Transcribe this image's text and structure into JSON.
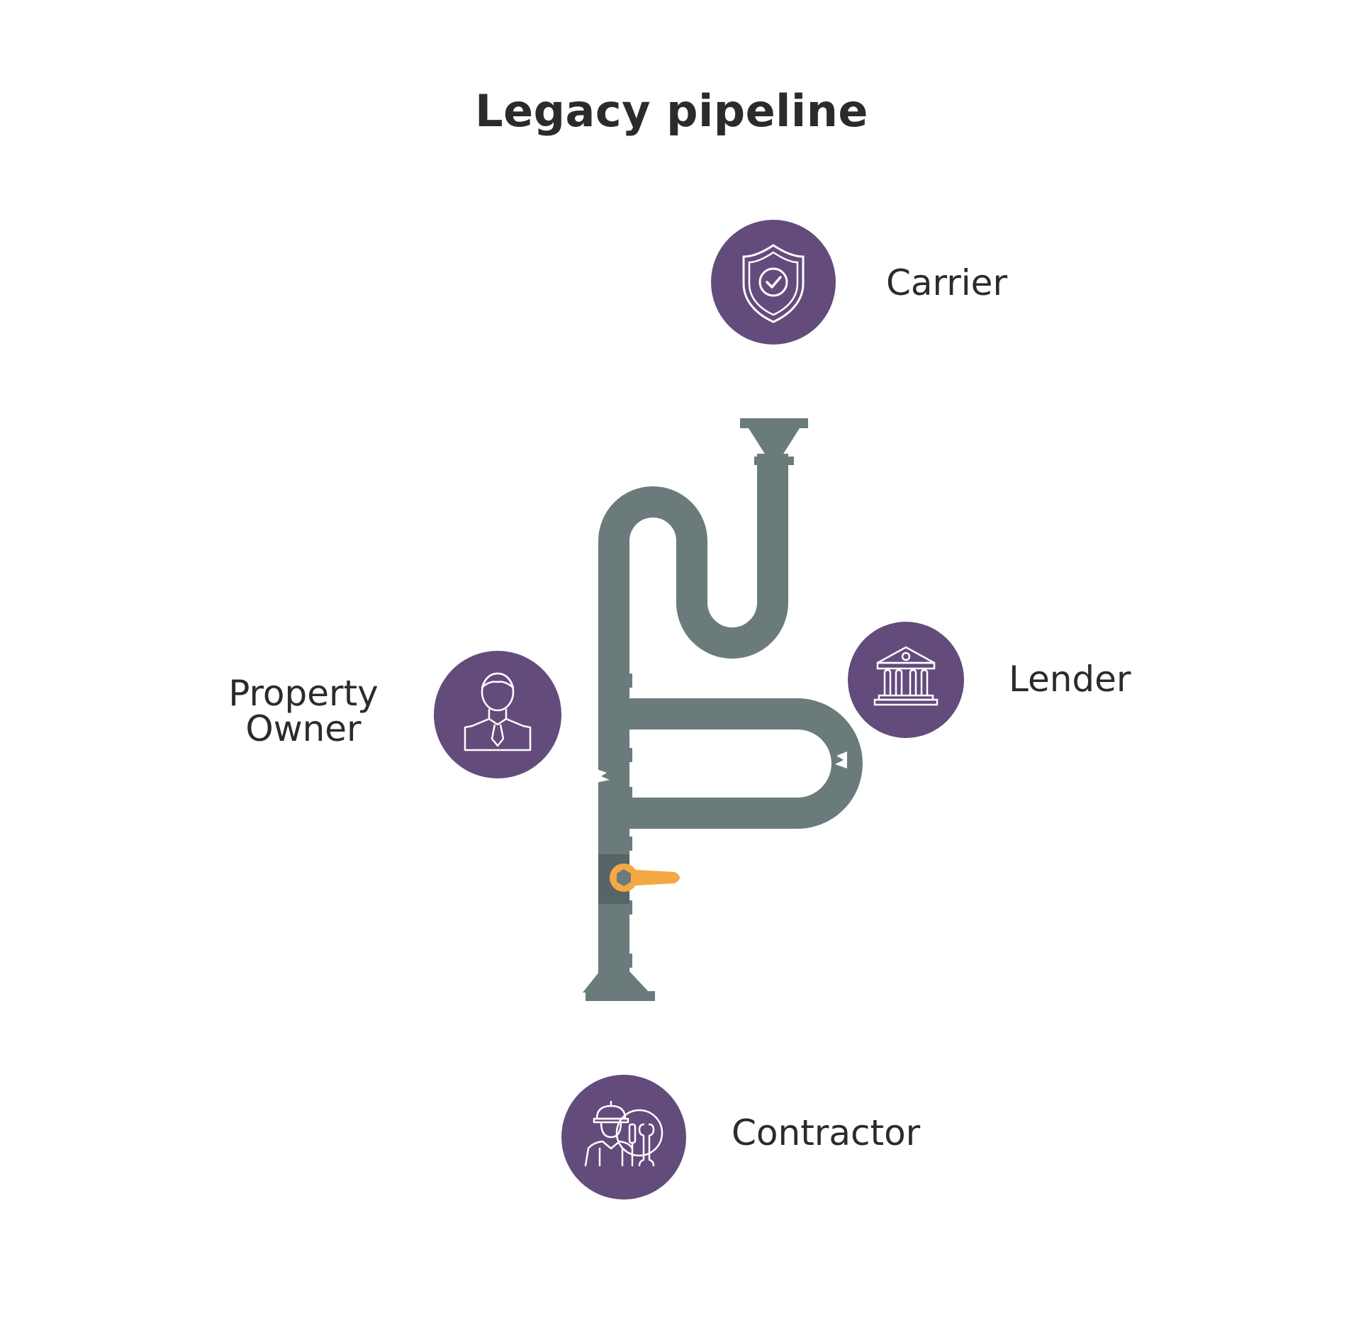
{
  "title": "Legacy pipeline",
  "colors": {
    "badge": "#634b7c",
    "pipe": "#6b7b7b",
    "pipe_dark": "#566666",
    "valve": "#f5a843",
    "text": "#2b2b2b"
  },
  "parties": [
    {
      "id": "carrier",
      "label": "Carrier",
      "icon": "shield-check-icon"
    },
    {
      "id": "lender",
      "label": "Lender",
      "icon": "bank-building-icon"
    },
    {
      "id": "property-owner",
      "label": "Property\nOwner",
      "icon": "businessman-icon"
    },
    {
      "id": "contractor",
      "label": "Contractor",
      "icon": "worker-tools-icon"
    }
  ]
}
